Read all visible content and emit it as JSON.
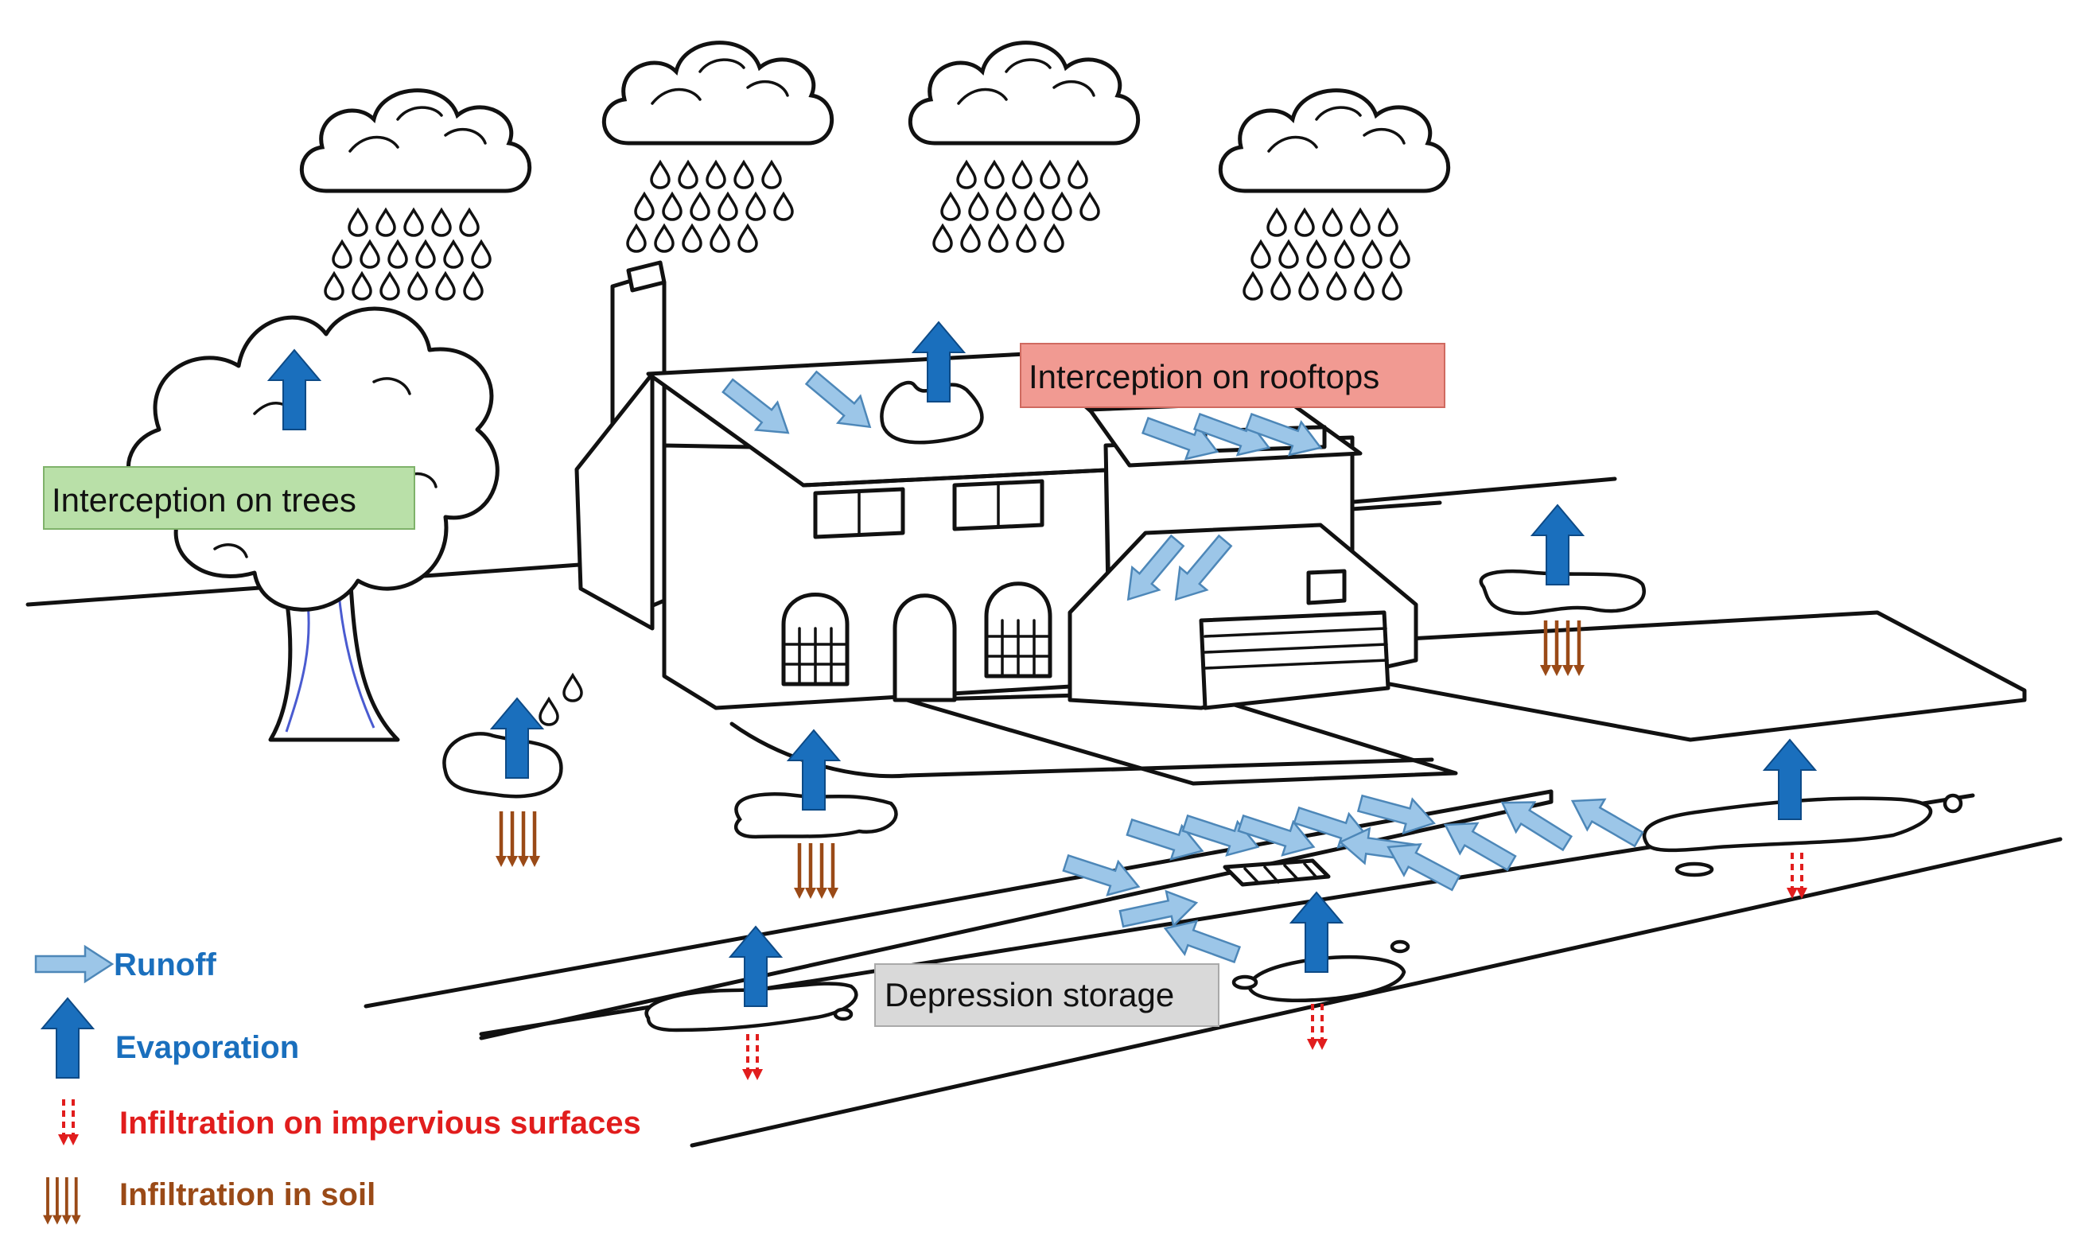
{
  "labels": {
    "trees": "Interception on trees",
    "rooftops": "Interception on rooftops",
    "depression": "Depression storage"
  },
  "legend": [
    {
      "key": "runoff",
      "icon": "runoff-arrow-icon",
      "text": "Runoff",
      "color": "#1a6fbd"
    },
    {
      "key": "evaporation",
      "icon": "evaporation-arrow-icon",
      "text": "Evaporation",
      "color": "#1a6fbd"
    },
    {
      "key": "impervious",
      "icon": "dashed-red-arrow-icon",
      "text": "Infiltration on impervious surfaces",
      "color": "#e11d1d"
    },
    {
      "key": "soil",
      "icon": "brown-arrows-icon",
      "text": "Infiltration in soil",
      "color": "#9a4a17"
    }
  ],
  "colors": {
    "trees_box": "#b9e0a8",
    "rooftops_box": "#f19a92",
    "depression_box": "#d9d9d9",
    "runoff_arrow": "#9cc6e8",
    "evaporation_arrow": "#1a6fbd",
    "impervious_arrow": "#e11d1d",
    "soil_arrow": "#9a4a17"
  }
}
